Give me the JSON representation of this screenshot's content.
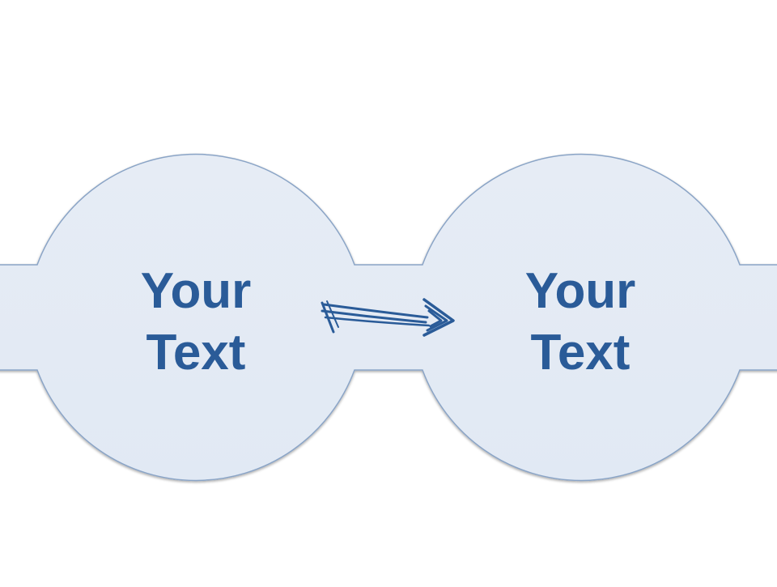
{
  "nodes": [
    {
      "line1": "Your",
      "line2": "Text"
    },
    {
      "line1": "Your",
      "line2": "Text"
    }
  ],
  "colors": {
    "fill": "#e6ecf5",
    "outline": "#7f9bbf",
    "text": "#2a5b98",
    "arrow": "#2a5b98"
  },
  "arrow_icon": "hand-drawn-right-arrow-icon"
}
